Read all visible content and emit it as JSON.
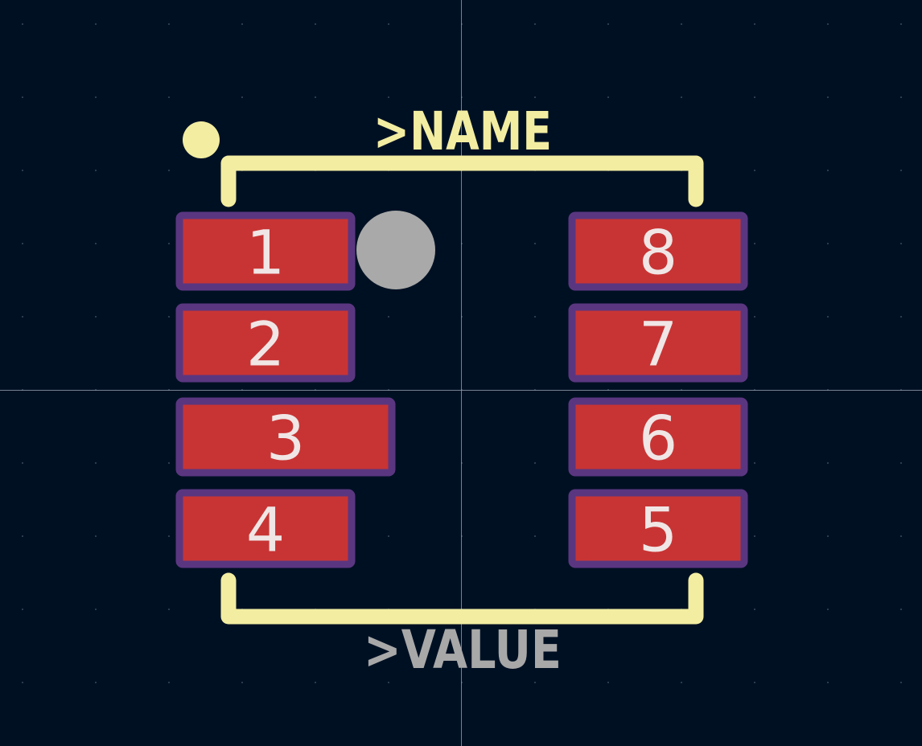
{
  "footprint": {
    "name_label": ">NAME",
    "value_label": ">VALUE"
  },
  "pads": [
    {
      "number": "1"
    },
    {
      "number": "2"
    },
    {
      "number": "3"
    },
    {
      "number": "4"
    },
    {
      "number": "5"
    },
    {
      "number": "6"
    },
    {
      "number": "7"
    },
    {
      "number": "8"
    }
  ],
  "colors": {
    "background": "#001023",
    "grid_dot": "#3a4a5e",
    "crosshair": "#8a96a6",
    "silkscreen": "#f2eda1",
    "fab_text": "#a8a8a8",
    "pad_fill": "#c83434",
    "pad_outline": "#5a3680",
    "pad_number": "#f0e6e6",
    "drill_marker": "#a9a9a9"
  },
  "icons": {
    "pin1_indicator": "pin1-dot-icon",
    "origin_marker": "drill-circle-icon"
  }
}
